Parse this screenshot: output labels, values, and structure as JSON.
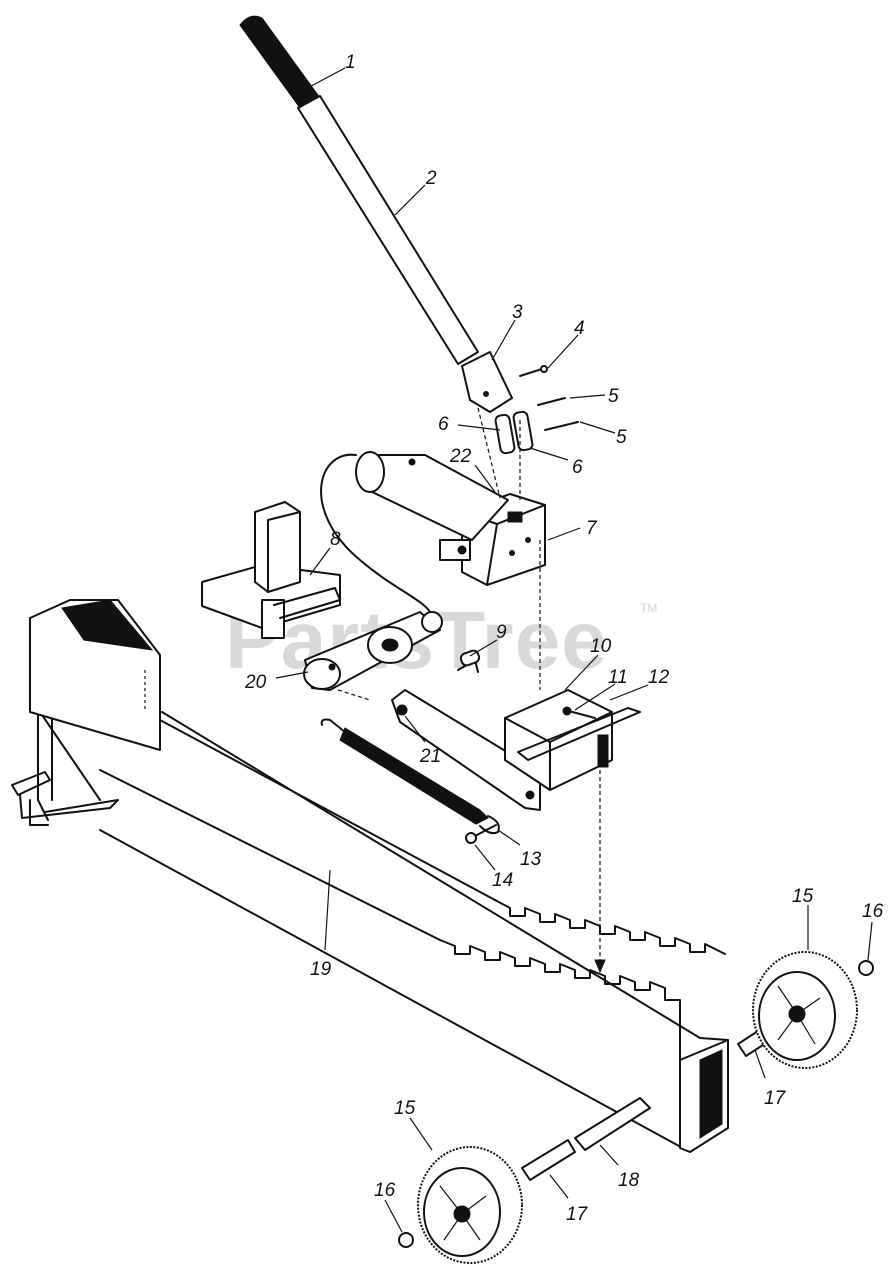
{
  "watermark": {
    "text": "PartsTree",
    "trademark": "TM"
  },
  "callouts": {
    "c1": "1",
    "c2": "2",
    "c3": "3",
    "c4": "4",
    "c5a": "5",
    "c5b": "5",
    "c6a": "6",
    "c6b": "6",
    "c7": "7",
    "c8": "8",
    "c9": "9",
    "c10": "10",
    "c11": "11",
    "c12": "12",
    "c13": "13",
    "c14": "14",
    "c15a": "15",
    "c15b": "15",
    "c16a": "16",
    "c16b": "16",
    "c17a": "17",
    "c17b": "17",
    "c18": "18",
    "c19": "19",
    "c20": "20",
    "c21": "21",
    "c22": "22"
  },
  "colors": {
    "ink": "#111111",
    "watermark": "#d9d9d9",
    "background": "#ffffff"
  }
}
